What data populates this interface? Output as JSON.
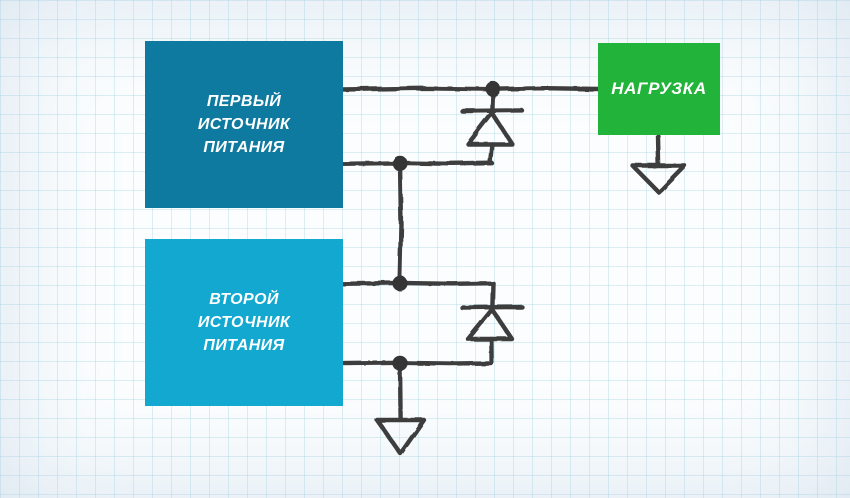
{
  "blocks": {
    "first_source": {
      "line1": "ПЕРВЫЙ",
      "line2": "ИСТОЧНИК",
      "line3": "ПИТАНИЯ",
      "color": "#0f7aa0"
    },
    "second_source": {
      "line1": "ВТОРОЙ",
      "line2": "ИСТОЧНИК",
      "line3": "ПИТАНИЯ",
      "color": "#12a8d0"
    },
    "load": {
      "label": "НАГРУЗКА",
      "color": "#22b33a"
    }
  },
  "symbols": {
    "diode_count": 2,
    "ground_count": 2,
    "junction_dot_count": 4
  },
  "colors": {
    "wire": "#3c3c3c",
    "paper": "#fbfdfe",
    "grid_line": "#a8d6e4"
  }
}
